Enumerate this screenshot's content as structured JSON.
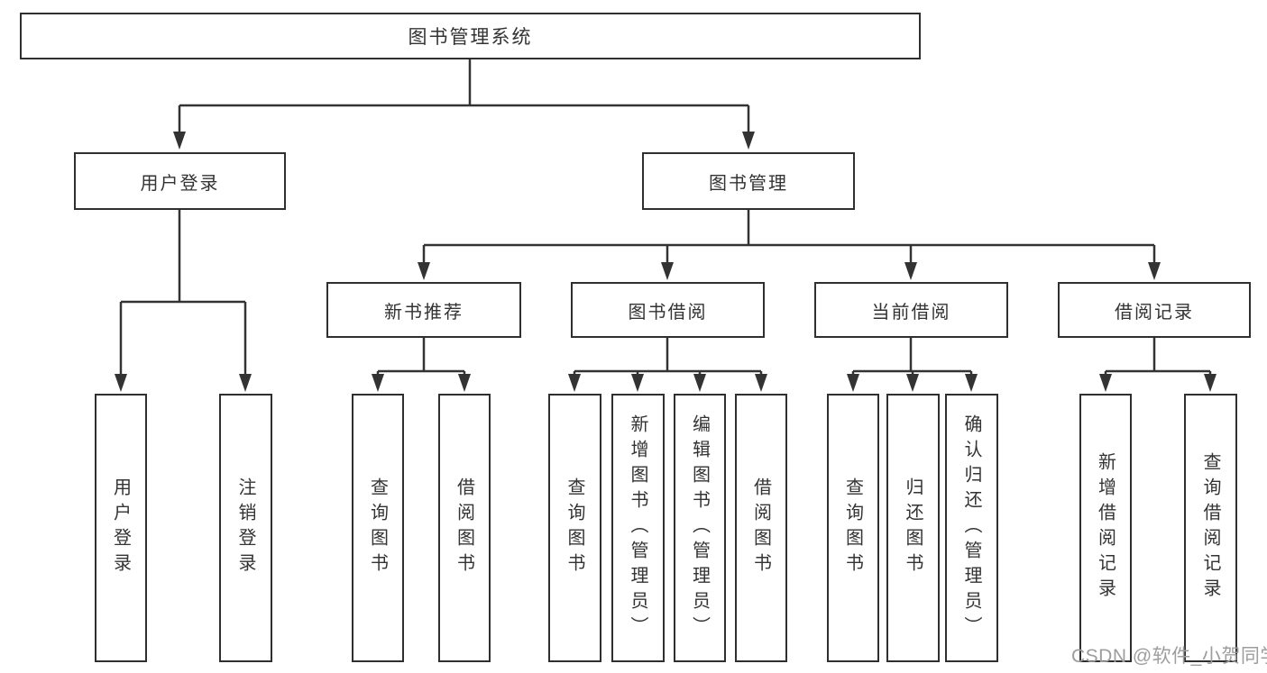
{
  "tree": {
    "root": {
      "label": "图书管理系统"
    },
    "branches": [
      {
        "label": "用户登录",
        "children": [
          {
            "label": "用户登录"
          },
          {
            "label": "注销登录"
          }
        ]
      },
      {
        "label": "图书管理",
        "children": [
          {
            "label": "新书推荐",
            "children": [
              {
                "label": "查询图书"
              },
              {
                "label": "借阅图书"
              }
            ]
          },
          {
            "label": "图书借阅",
            "children": [
              {
                "label": "查询图书"
              },
              {
                "label": "新增图书（管理员）"
              },
              {
                "label": "编辑图书（管理员）"
              },
              {
                "label": "借阅图书"
              }
            ]
          },
          {
            "label": "当前借阅",
            "children": [
              {
                "label": "查询图书"
              },
              {
                "label": "归还图书"
              },
              {
                "label": "确认归还（管理员）"
              }
            ]
          },
          {
            "label": "借阅记录",
            "children": [
              {
                "label": "新增借阅记录"
              },
              {
                "label": "查询借阅记录"
              }
            ]
          }
        ]
      }
    ]
  },
  "watermark": {
    "text": "CSDN @软件_小贺同学"
  },
  "colors": {
    "line": "#333333",
    "box_border": "#2f2f2f",
    "box_fill": "#ffffff",
    "text": "#333333",
    "watermark": "#9d9d9d"
  }
}
